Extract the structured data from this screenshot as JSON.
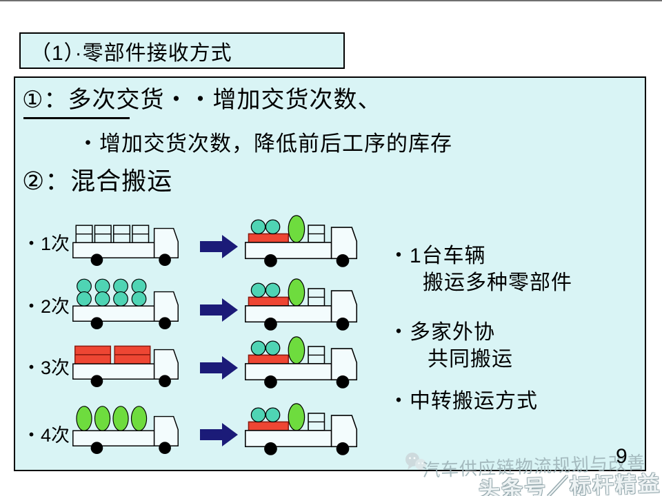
{
  "title": "（1）·零部件接收方式",
  "headings": {
    "line1": "①：多次交货・・增加交货次数、",
    "line2": "・增加交货次数，降低前后工序的库存",
    "line3": "②：混合搬运"
  },
  "rows": [
    {
      "label": "・1次",
      "cargo": "boxes"
    },
    {
      "label": "・2次",
      "cargo": "teal_circles"
    },
    {
      "label": "・3次",
      "cargo": "red_stacks"
    },
    {
      "label": "・4次",
      "cargo": "green_ovals"
    }
  ],
  "right_truck": {
    "cargo": "mixed"
  },
  "bullets": [
    {
      "line1": "・1台车辆",
      "line2": "搬运多种零部件"
    },
    {
      "line1": "・多家外协",
      "line2": "共同搬运"
    },
    {
      "line1": "・中转搬运方式"
    }
  ],
  "page_number": "9",
  "watermark": {
    "line1": "汽车供应链物流规划与改善",
    "line2": "头条号／标杆精益"
  },
  "colors": {
    "background": "#d9f4f5",
    "teal": "#4fd4b4",
    "red": "#ee4633",
    "red_border": "#8a1a0f",
    "green": "#6edc3e",
    "arrow": "#1b1b78",
    "truck_body": "#f3fcfd",
    "box_fill": "#e4f8f9"
  }
}
